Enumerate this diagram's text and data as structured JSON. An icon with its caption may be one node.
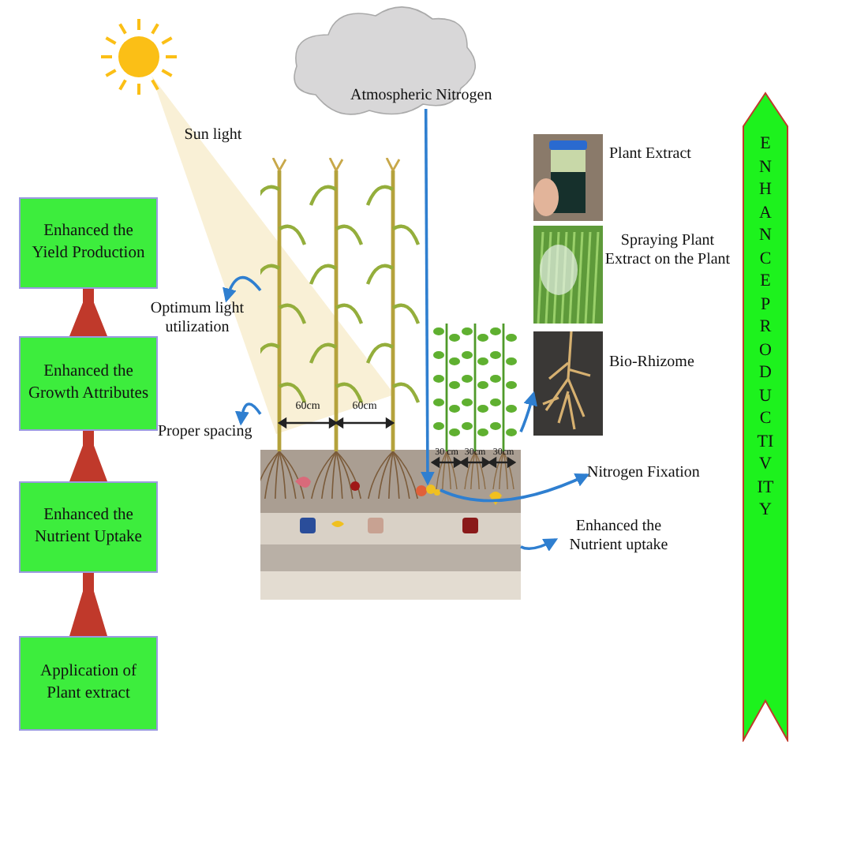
{
  "diagram": {
    "nodes": [
      {
        "text": [
          "Enhanced the Yield Production"
        ]
      },
      {
        "text": [
          "Enhanced the Growth Attributes"
        ]
      },
      {
        "text": [
          "Enhanced the Nutrient Uptake"
        ]
      },
      {
        "text": [
          "Application of Plant extract"
        ]
      },
      {
        "text": [
          "Atmospheric Nitrogen"
        ]
      },
      {
        "text": [],
        "shape": "picture"
      },
      {
        "text": [
          "Optimum light utilization"
        ]
      },
      {
        "text": [
          "Proper spacing"
        ]
      },
      {
        "text": [
          "Nitrogen Fixation"
        ]
      },
      {
        "text": [
          "Enhanced the Nutrient uptake"
        ]
      },
      {
        "text": [],
        "shape": "picture",
        "beside": [
          "Plant Extract"
        ]
      },
      {
        "text": [],
        "shape": "picture",
        "beside": [
          "Spraying Plant Extract on the Plant"
        ]
      },
      {
        "text": [],
        "shape": "picture",
        "beside": [
          "Bio-Rhizome"
        ]
      },
      {
        "text": [
          "ENHANCE PRODUCTIVITY"
        ]
      },
      {
        "text": [],
        "shape": "picture",
        "in": 5
      }
    ],
    "edges": [
      {
        "from": 3,
        "to": 2,
        "arrow": "to",
        "style": "thick",
        "color": "#c0392b"
      },
      {
        "from": 2,
        "to": 1,
        "arrow": "to",
        "style": "thick",
        "color": "#c0392b"
      },
      {
        "from": 1,
        "to": 0,
        "arrow": "to",
        "style": "thick",
        "color": "#c0392b"
      },
      {
        "from": 4,
        "to": 14,
        "arrow": "to"
      },
      {
        "from": 5,
        "to": 6,
        "arrow": "to"
      },
      {
        "from": 5,
        "to": 7,
        "arrow": "to"
      },
      {
        "from": 5,
        "to": 12,
        "arrow": "to"
      },
      {
        "from": 14,
        "to": 8,
        "arrow": "to"
      },
      {
        "from": 5,
        "to": 9,
        "arrow": "to"
      }
    ],
    "labels": [
      "Sun light",
      "60cm",
      "60cm",
      "30 cm",
      "30cm",
      "30cm"
    ]
  }
}
